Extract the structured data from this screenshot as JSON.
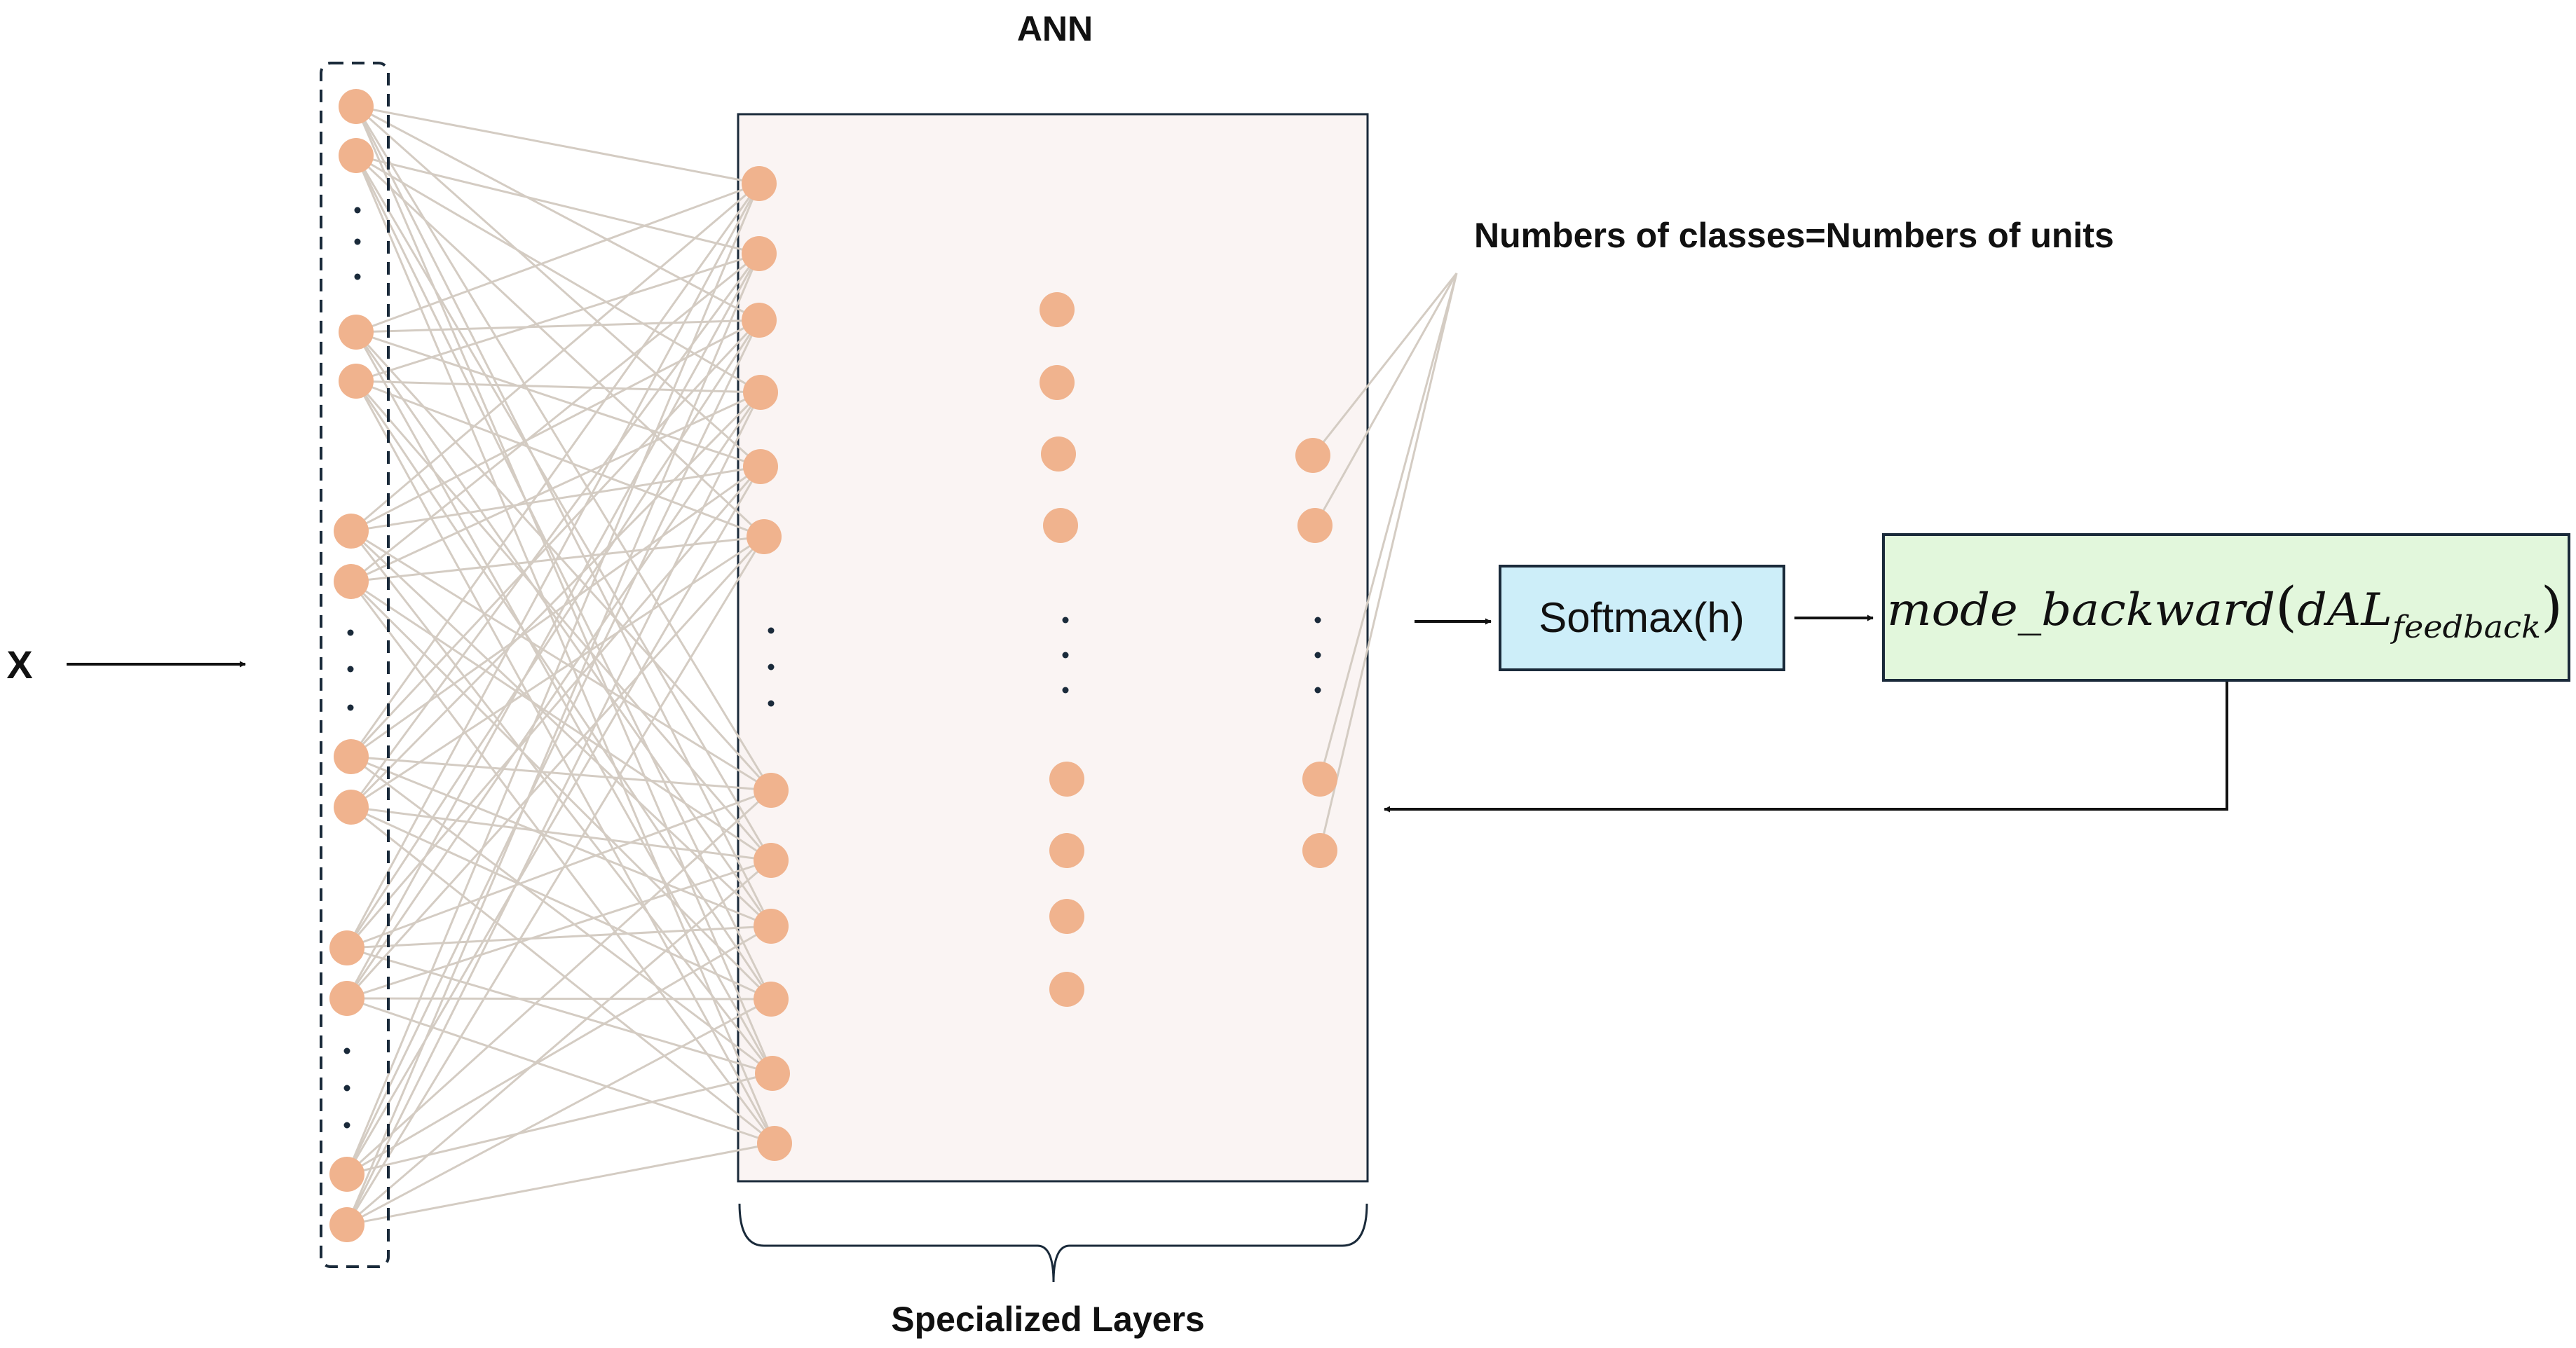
{
  "title": "ANN",
  "input_label": "X",
  "classes_note": "Numbers of classes=Numbers of units",
  "softmax_label": "Softmax(h)",
  "backward_label": {
    "func": "mode_backward",
    "open": "(",
    "arg": "dAL",
    "sub": "feedback",
    "close": ")"
  },
  "bracket_label": "Specialized Layers",
  "colors": {
    "node": "#f0b38e",
    "edge": "#d4ccc3",
    "ann_panel": "#faf4f3",
    "softmax_box": "#cdeef9",
    "backward_box": "#e2f7dc",
    "stroke": "#1a2a3a"
  }
}
